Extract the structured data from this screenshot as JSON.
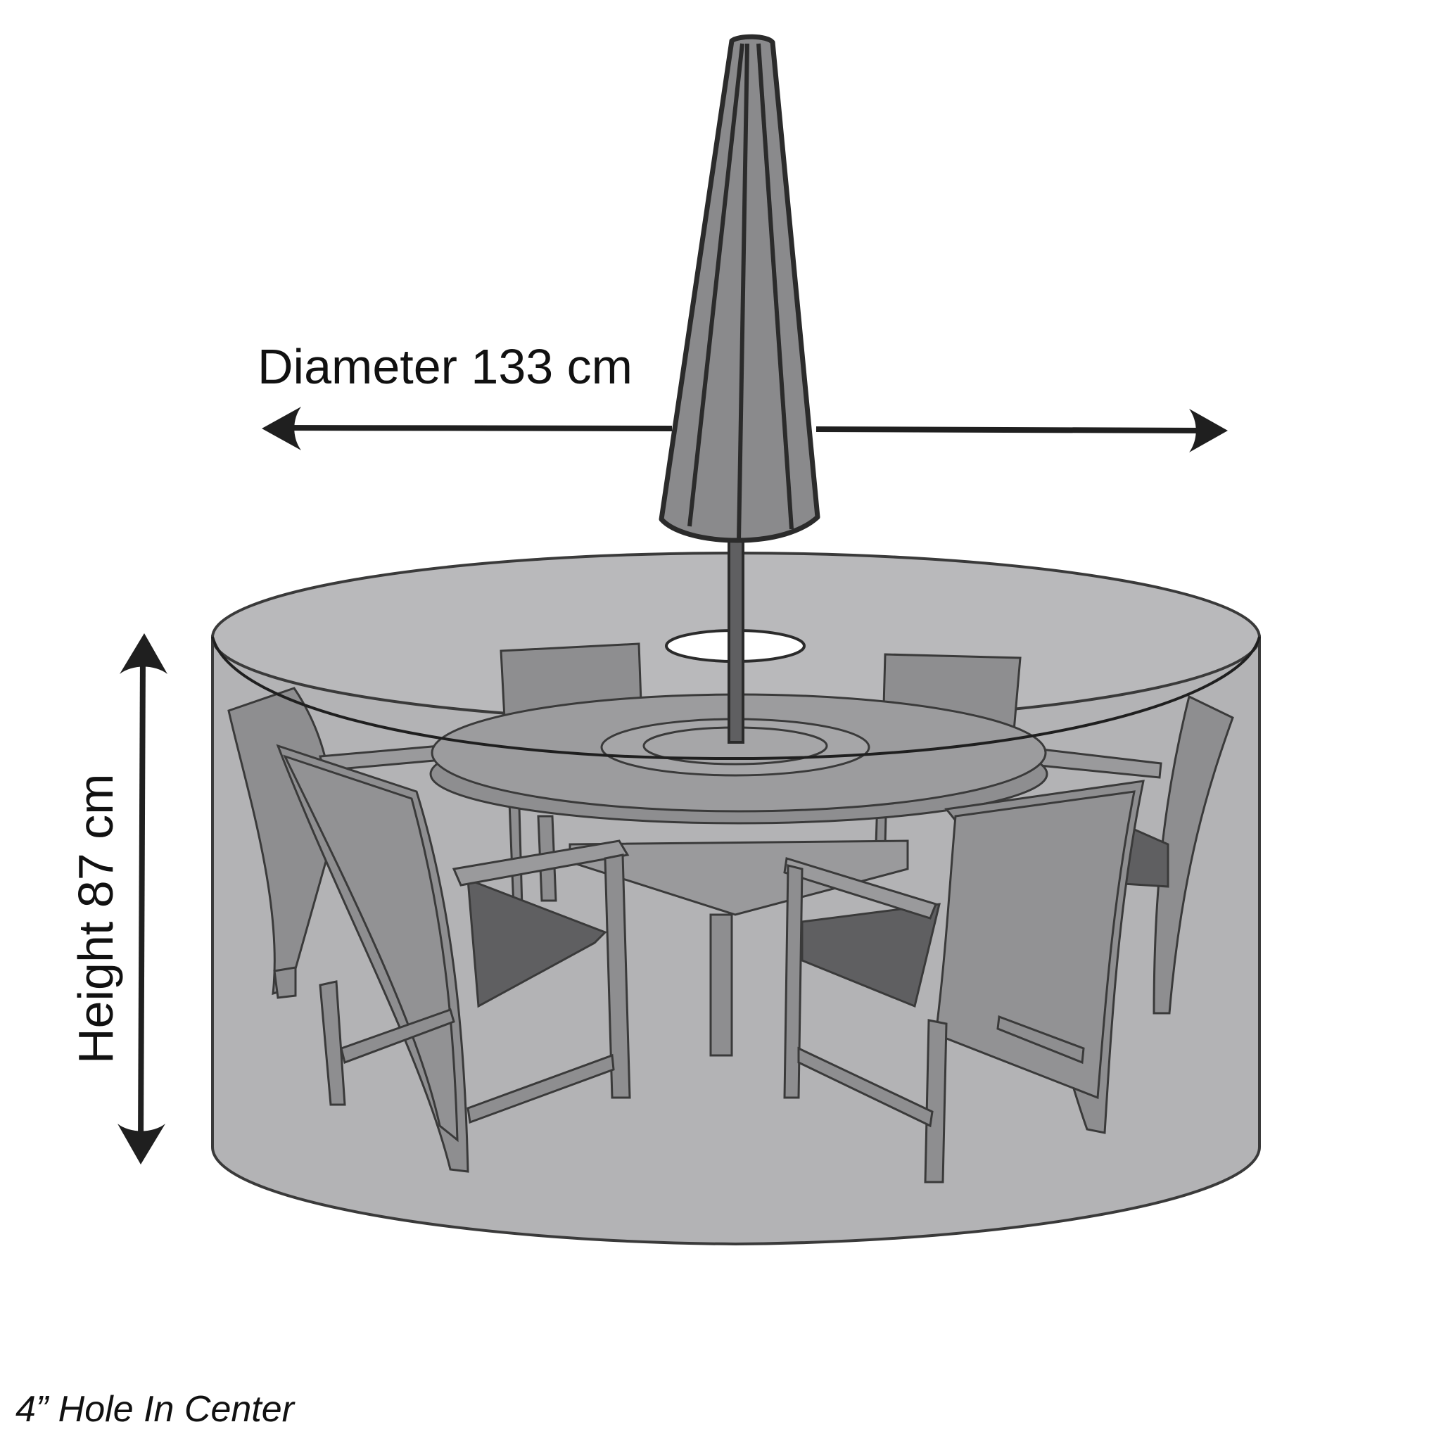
{
  "diagram": {
    "diameter_label": "Diameter 133 cm",
    "height_label": "Height 87 cm",
    "footnote": "4” Hole In Center"
  },
  "colors": {
    "cover_fill": "#b3b3b5",
    "cover_stroke": "#3a3a3a",
    "furniture": "#8e8e90",
    "furniture_dark": "#5f5f61",
    "umbrella": "#8a8a8c",
    "outline": "#2b2b2b",
    "arrow": "#1f1f1f"
  }
}
